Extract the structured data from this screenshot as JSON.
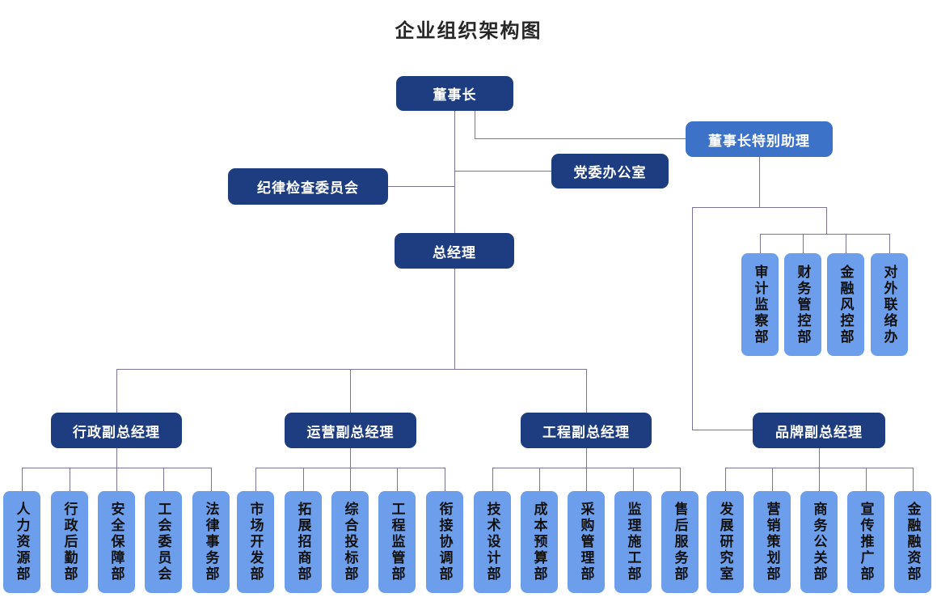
{
  "title": "企业组织架构图",
  "colors": {
    "dark_box": "#1d3d80",
    "medium_box": "#3d72c9",
    "light_box": "#6d9eeb",
    "connector_line": "#7d7396",
    "dark_box_text": "#ffffff",
    "light_box_text": "#111111",
    "title_text": "#262626",
    "background": "#ffffff"
  },
  "org": {
    "chairman": "董事长",
    "special_assistant": "董事长特别助理",
    "party_office": "党委办公室",
    "discipline_committee": "纪律检查委员会",
    "general_manager": "总经理",
    "assistant_departments": [
      "审计监察部",
      "财务管控部",
      "金融风控部",
      "对外联络办"
    ],
    "vice_general_managers": [
      "行政副总经理",
      "运营副总经理",
      "工程副总经理",
      "品牌副总经理"
    ],
    "departments": {
      "admin": [
        "人力资源部",
        "行政后勤部",
        "安全保障部",
        "工会委员会",
        "法律事务部"
      ],
      "operations": [
        "市场开发部",
        "拓展招商部",
        "综合投标部",
        "工程监管部",
        "衔接协调部"
      ],
      "engineering": [
        "技术设计部",
        "成本预算部",
        "采购管理部",
        "监理施工部",
        "售后服务部"
      ],
      "brand": [
        "发展研究室",
        "营销策划部",
        "商务公关部",
        "宣传推广部",
        "金融融资部"
      ]
    }
  }
}
